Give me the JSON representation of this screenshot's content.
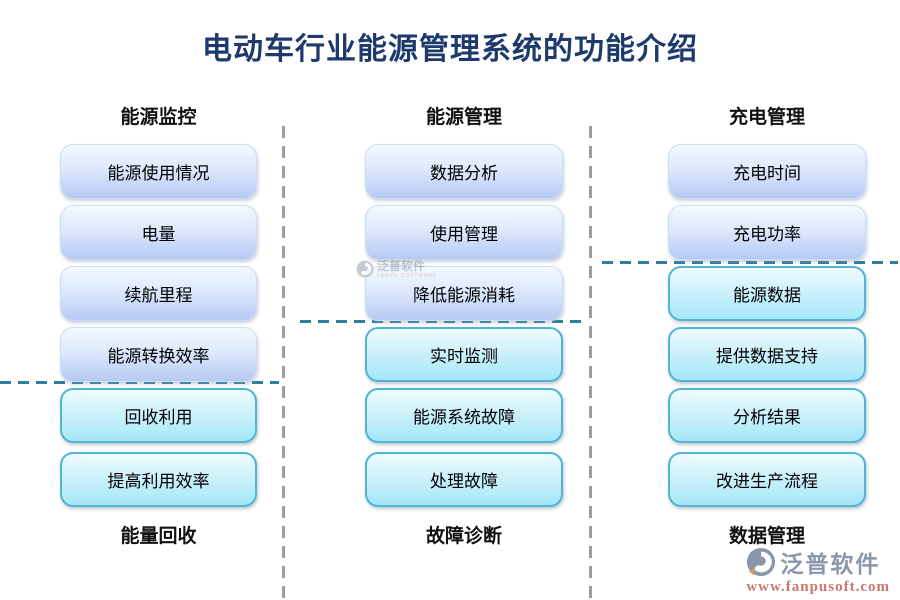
{
  "title": "电动车行业能源管理系统的功能介绍",
  "columns": [
    {
      "header": "能源监控",
      "top_items": [
        "能源使用情况",
        "电量",
        "续航里程",
        "能源转换效率"
      ],
      "bottom_items": [
        "回收利用",
        "提高利用效率"
      ],
      "footer": "能量回收"
    },
    {
      "header": "能源管理",
      "top_items": [
        "数据分析",
        "使用管理",
        "降低能源消耗"
      ],
      "bottom_items": [
        "实时监测",
        "能源系统故障",
        "处理故障"
      ],
      "footer": "故障诊断"
    },
    {
      "header": "充电管理",
      "top_items": [
        "充电时间",
        "充电功率"
      ],
      "bottom_items": [
        "能源数据",
        "提供数据支持",
        "分析结果",
        "改进生产流程"
      ],
      "footer": "数据管理"
    }
  ],
  "watermark": {
    "name": "泛普软件",
    "subtext": "FANPU SOFTWARE"
  },
  "brand": {
    "name": "泛普软件",
    "url": "www.fanpusoft.com"
  },
  "colors": {
    "title": "#1e3a6d",
    "divider_teal": "#2e7d9a",
    "divider_gray": "#9e9e9e",
    "button_blue_top": "#f3f9ff",
    "button_blue_bottom": "#b6c9f3",
    "button_cyan_top": "#f0fcff",
    "button_cyan_bottom": "#a6e7f8",
    "button_cyan_border": "#4fb4d6",
    "brand_text": "#8a96ab",
    "brand_url": "#ca786c"
  }
}
